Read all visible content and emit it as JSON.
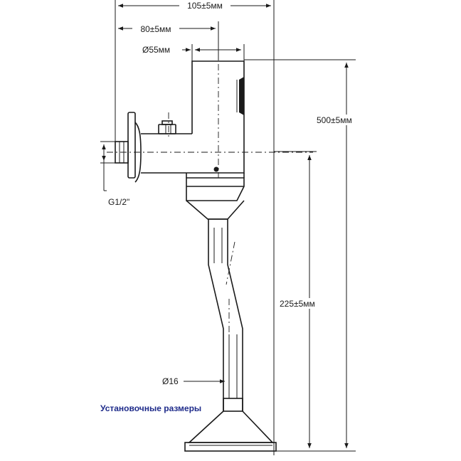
{
  "dimensions": {
    "overall_width": "105±5мм",
    "inlet_offset": "80±5мм",
    "head_diameter": "Ø55мм",
    "total_height": "500±5мм",
    "pipe_height": "225±5мм",
    "thread": "G1/2\"",
    "pipe_diameter": "Ø16"
  },
  "caption": "Установочные размеры",
  "colors": {
    "line": "#1a1a1a",
    "caption": "#1e2b8a"
  }
}
